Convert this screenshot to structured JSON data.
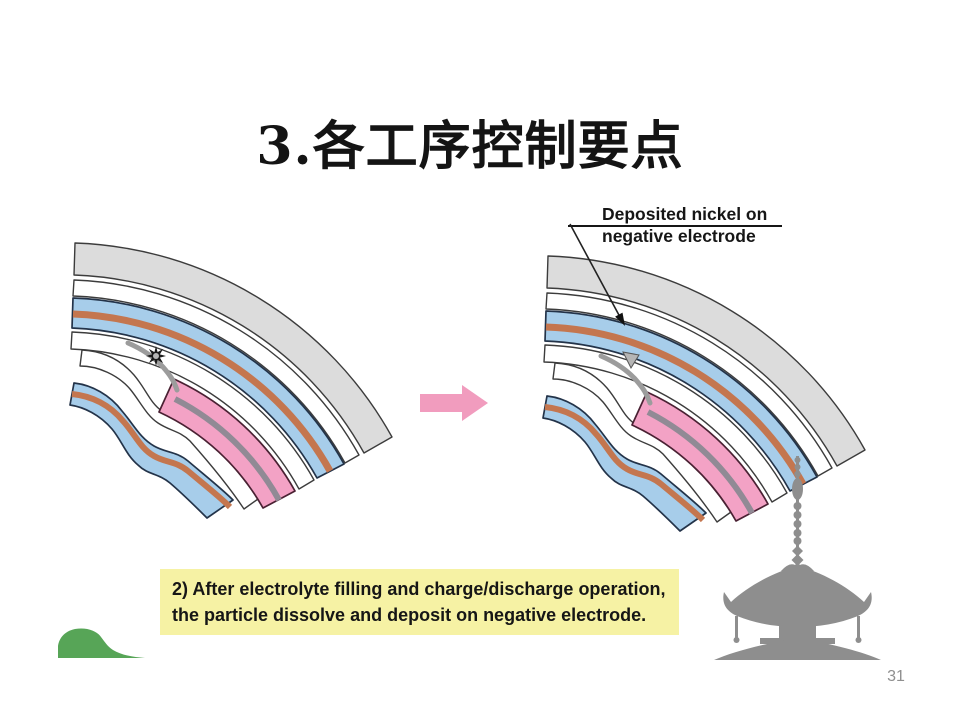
{
  "title": "3.各工序控制要点",
  "page_number": "31",
  "annotation": {
    "line1": "Deposited nickel on",
    "line2": "negative electrode"
  },
  "caption": {
    "line1": "2)  After electrolyte filling and charge/discharge operation,",
    "line2": "the particle dissolve and deposit on negative electrode."
  },
  "icons": {
    "metal_particle": "star-burst-particle",
    "nickel_deposit": "gray-triangle-wedge",
    "transition_arrow": "right-block-arrow",
    "pagoda": "pagoda-silhouette",
    "hill": "green-hill-silhouette"
  },
  "colors": {
    "band_gray": "#dcdcdc",
    "outline": "#3c3c3c",
    "blue": "#a7cdea",
    "blue_outline": "#233349",
    "copper": "#c4764f",
    "pink": "#f3a2c5",
    "pink_outline": "#4a2133",
    "foil": "#918a95",
    "tab": "#9c9c9c",
    "deposit": "#b5b5b5",
    "arrow_pink": "#f19cbe",
    "caption_bg": "#f6f2a4",
    "hill": "#57a557",
    "pagoda": "#8e8e8e",
    "pagenum": "#8f8f8f"
  }
}
